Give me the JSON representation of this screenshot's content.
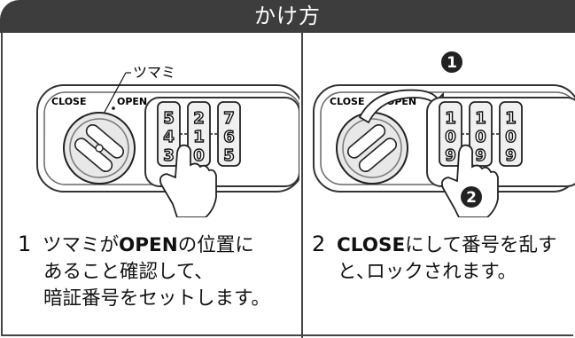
{
  "header": {
    "title": "かけ方"
  },
  "panel1": {
    "callout": "ツマミ",
    "label_close": "CLOSE",
    "label_open": "OPEN",
    "wheels": [
      [
        "5",
        "4",
        "3"
      ],
      [
        "2",
        "1",
        "0"
      ],
      [
        "7",
        "6",
        "5"
      ]
    ]
  },
  "panel2": {
    "label_close": "CLOSE",
    "label_open": "OPEN",
    "badge1": "1",
    "badge2": "2",
    "wheels": [
      [
        "1",
        "0",
        "9"
      ],
      [
        "1",
        "0",
        "9"
      ],
      [
        "1",
        "0",
        "9"
      ]
    ]
  },
  "step1": {
    "number": "1",
    "line1_pre": "ツマミが",
    "line1_bold": "OPEN",
    "line1_post": "の位置に",
    "line2": "あること確認して、",
    "line3": "暗証番号をセットします。"
  },
  "step2": {
    "number": "2",
    "line1_bold": "CLOSE",
    "line1_post": "にして番号を乱す",
    "line2": "と､ロックされます。"
  },
  "colors": {
    "header_bg": "#3d3d3d",
    "border": "#444444",
    "badge": "#222222"
  }
}
